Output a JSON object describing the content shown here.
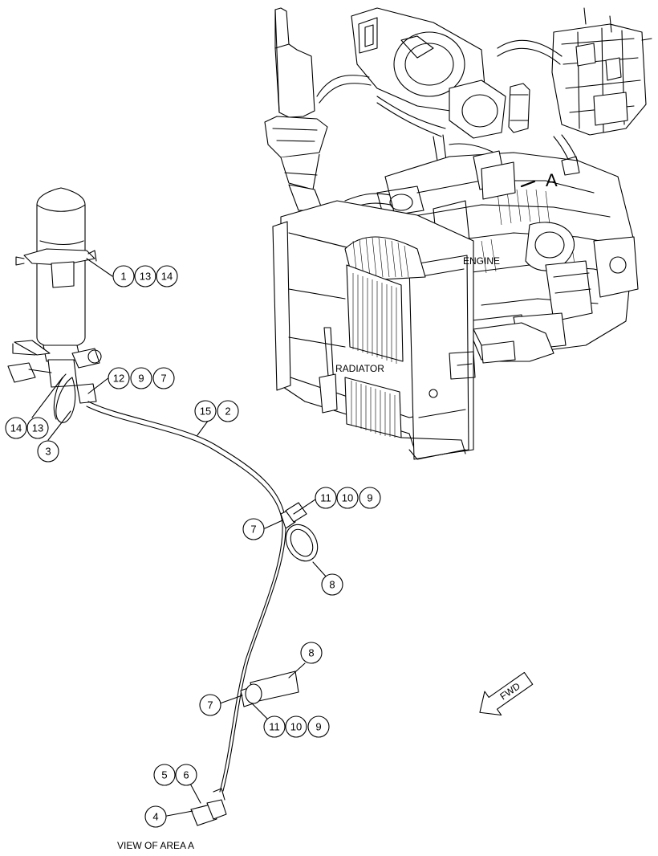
{
  "labels": {
    "engine": "ENGINE",
    "radiator": "RADIATOR",
    "area_marker": "A",
    "fwd": "FWD",
    "view_caption": "VIEW OF AREA  A"
  },
  "callouts": [
    [
      "1",
      "13",
      "14"
    ],
    [
      "12",
      "9",
      "7"
    ],
    [
      "14",
      "13"
    ],
    [
      "3"
    ],
    [
      "15",
      "2"
    ],
    [
      "11",
      "10",
      "9"
    ],
    [
      "7"
    ],
    [
      "8"
    ],
    [
      "8"
    ],
    [
      "7"
    ],
    [
      "11",
      "10",
      "9"
    ],
    [
      "5",
      "6"
    ],
    [
      "4"
    ]
  ]
}
